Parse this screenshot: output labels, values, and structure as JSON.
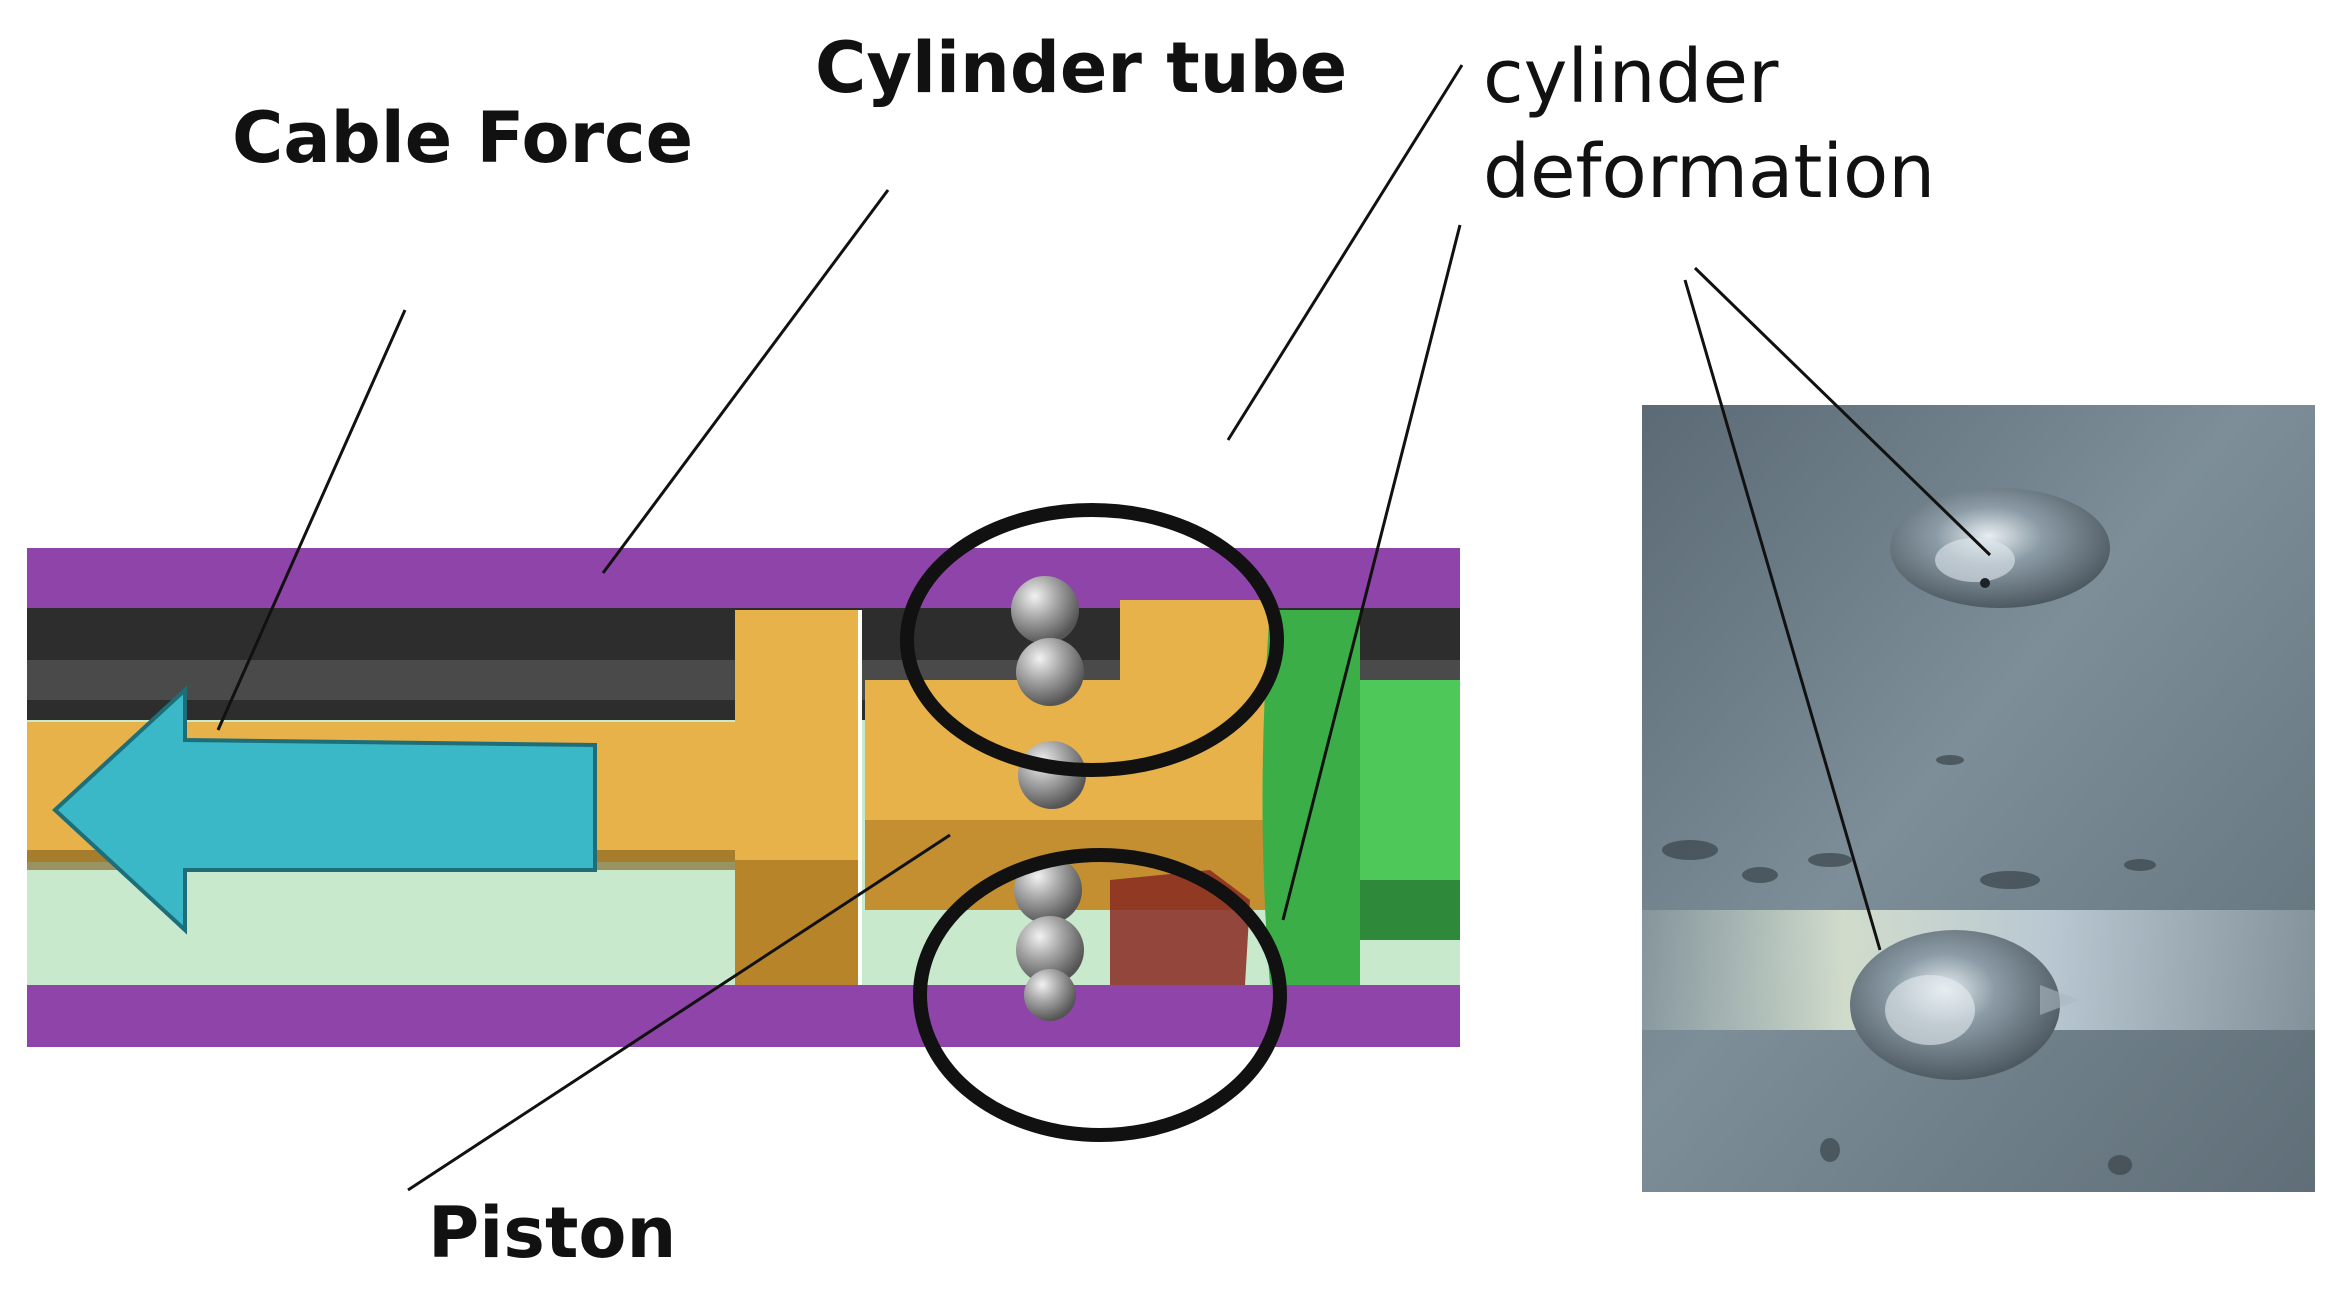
{
  "labels": {
    "cable_force": "Cable Force",
    "cylinder_tube": "Cylinder tube",
    "piston": "Piston",
    "cylinder_deformation_line1": "cylinder",
    "cylinder_deformation_line2": "deformation"
  },
  "colors": {
    "tube_wall": "#8e44a8",
    "tube_interior": "#c9e9cc",
    "tube_dark": "#2d2d2d",
    "piston": "#e8b24a",
    "arrow": "#3ab8c8",
    "end_cap": "#3cae48",
    "balls": "#9a9a9a",
    "damage": "#8a2a22",
    "highlight_ring": "#111111",
    "leader_line": "#111111",
    "photo_surface": "#6e7e88"
  },
  "icons": {
    "force_arrow": "arrow-left-icon",
    "highlight": "circle-outline-icon"
  }
}
